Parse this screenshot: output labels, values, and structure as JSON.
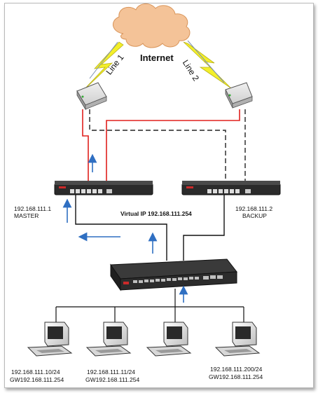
{
  "labels": {
    "internet": "Internet",
    "line1": "Line 1",
    "line2": "Line 2",
    "master_ip": "192.168.111.1",
    "master_role": "MASTER",
    "backup_ip": "192.168.111.2",
    "backup_role": "BACKUP",
    "virtual_ip": "Virtual IP 192.168.111.254",
    "pc1_ip": "192.168.111.10/24",
    "pc1_gw": "GW192.168.111.254",
    "pc2_ip": "192.168.111.11/24",
    "pc2_gw": "GW192.168.111.254",
    "pc3_ip": "192.168.111.200/24",
    "pc3_gw": "GW192.168.111.254"
  },
  "colors": {
    "active_link": "#e0211d",
    "standby_link": "#222222",
    "lightning": "#f3ef2a",
    "cloud": "#f4c398",
    "flow_arrow": "#2f6fc2"
  }
}
